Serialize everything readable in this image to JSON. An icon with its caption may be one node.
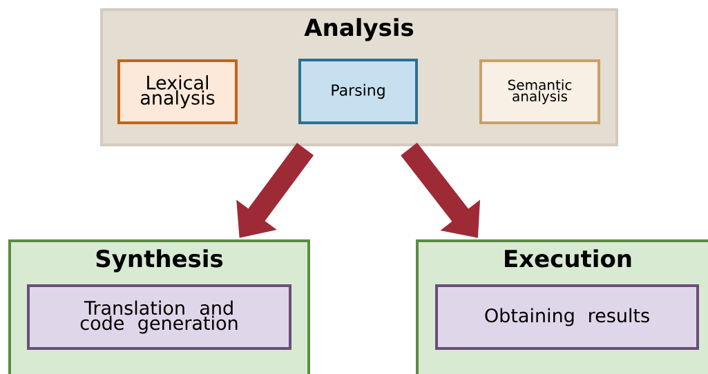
{
  "diagram": {
    "nodes": [
      {
        "text": [
          "Analysis"
        ]
      },
      {
        "text": [
          "Lexical analysis"
        ],
        "in": 0
      },
      {
        "text": [
          "Parsing"
        ],
        "in": 0
      },
      {
        "text": [
          "Semantic analysis"
        ],
        "in": 0
      },
      {
        "text": [
          "Synthesis"
        ]
      },
      {
        "text": [
          "Translation and code generation"
        ],
        "in": 4
      },
      {
        "text": [
          "Execution"
        ]
      },
      {
        "text": [
          "Obtaining results"
        ],
        "in": 6
      }
    ],
    "edges": [
      {
        "from": 0,
        "to": 4,
        "arrow": "to"
      },
      {
        "from": 0,
        "to": 6,
        "arrow": "to"
      }
    ]
  }
}
